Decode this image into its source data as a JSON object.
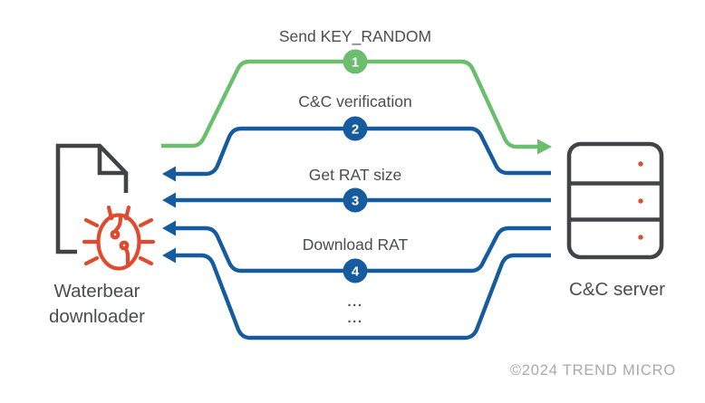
{
  "colors": {
    "green": "#6abe6d",
    "blue": "#155b9e",
    "dark": "#414345",
    "text": "#4c4d4f",
    "red": "#e04b2e",
    "gray": "#a9a9a9"
  },
  "diagram": {
    "left_node": {
      "icons": [
        "document-icon",
        "bug-icon"
      ],
      "label_line1": "Waterbear",
      "label_line2": "downloader"
    },
    "right_node": {
      "icons": [
        "server-icon"
      ],
      "label": "C&C server"
    },
    "steps": [
      {
        "num": "1",
        "label": "Send KEY_RANDOM",
        "color": "green",
        "direction": "downloader-to-server"
      },
      {
        "num": "2",
        "label": "C&C verification",
        "color": "blue",
        "direction": "server-to-downloader"
      },
      {
        "num": "3",
        "label": "Get RAT size",
        "color": "blue",
        "direction": "server-to-downloader"
      },
      {
        "num": "4",
        "label": "Download RAT",
        "color": "blue",
        "direction": "server-to-downloader"
      }
    ],
    "continuation": {
      "line1": "...",
      "line2": "...",
      "direction": "server-to-downloader"
    },
    "copyright": "©2024 TREND MICRO"
  }
}
